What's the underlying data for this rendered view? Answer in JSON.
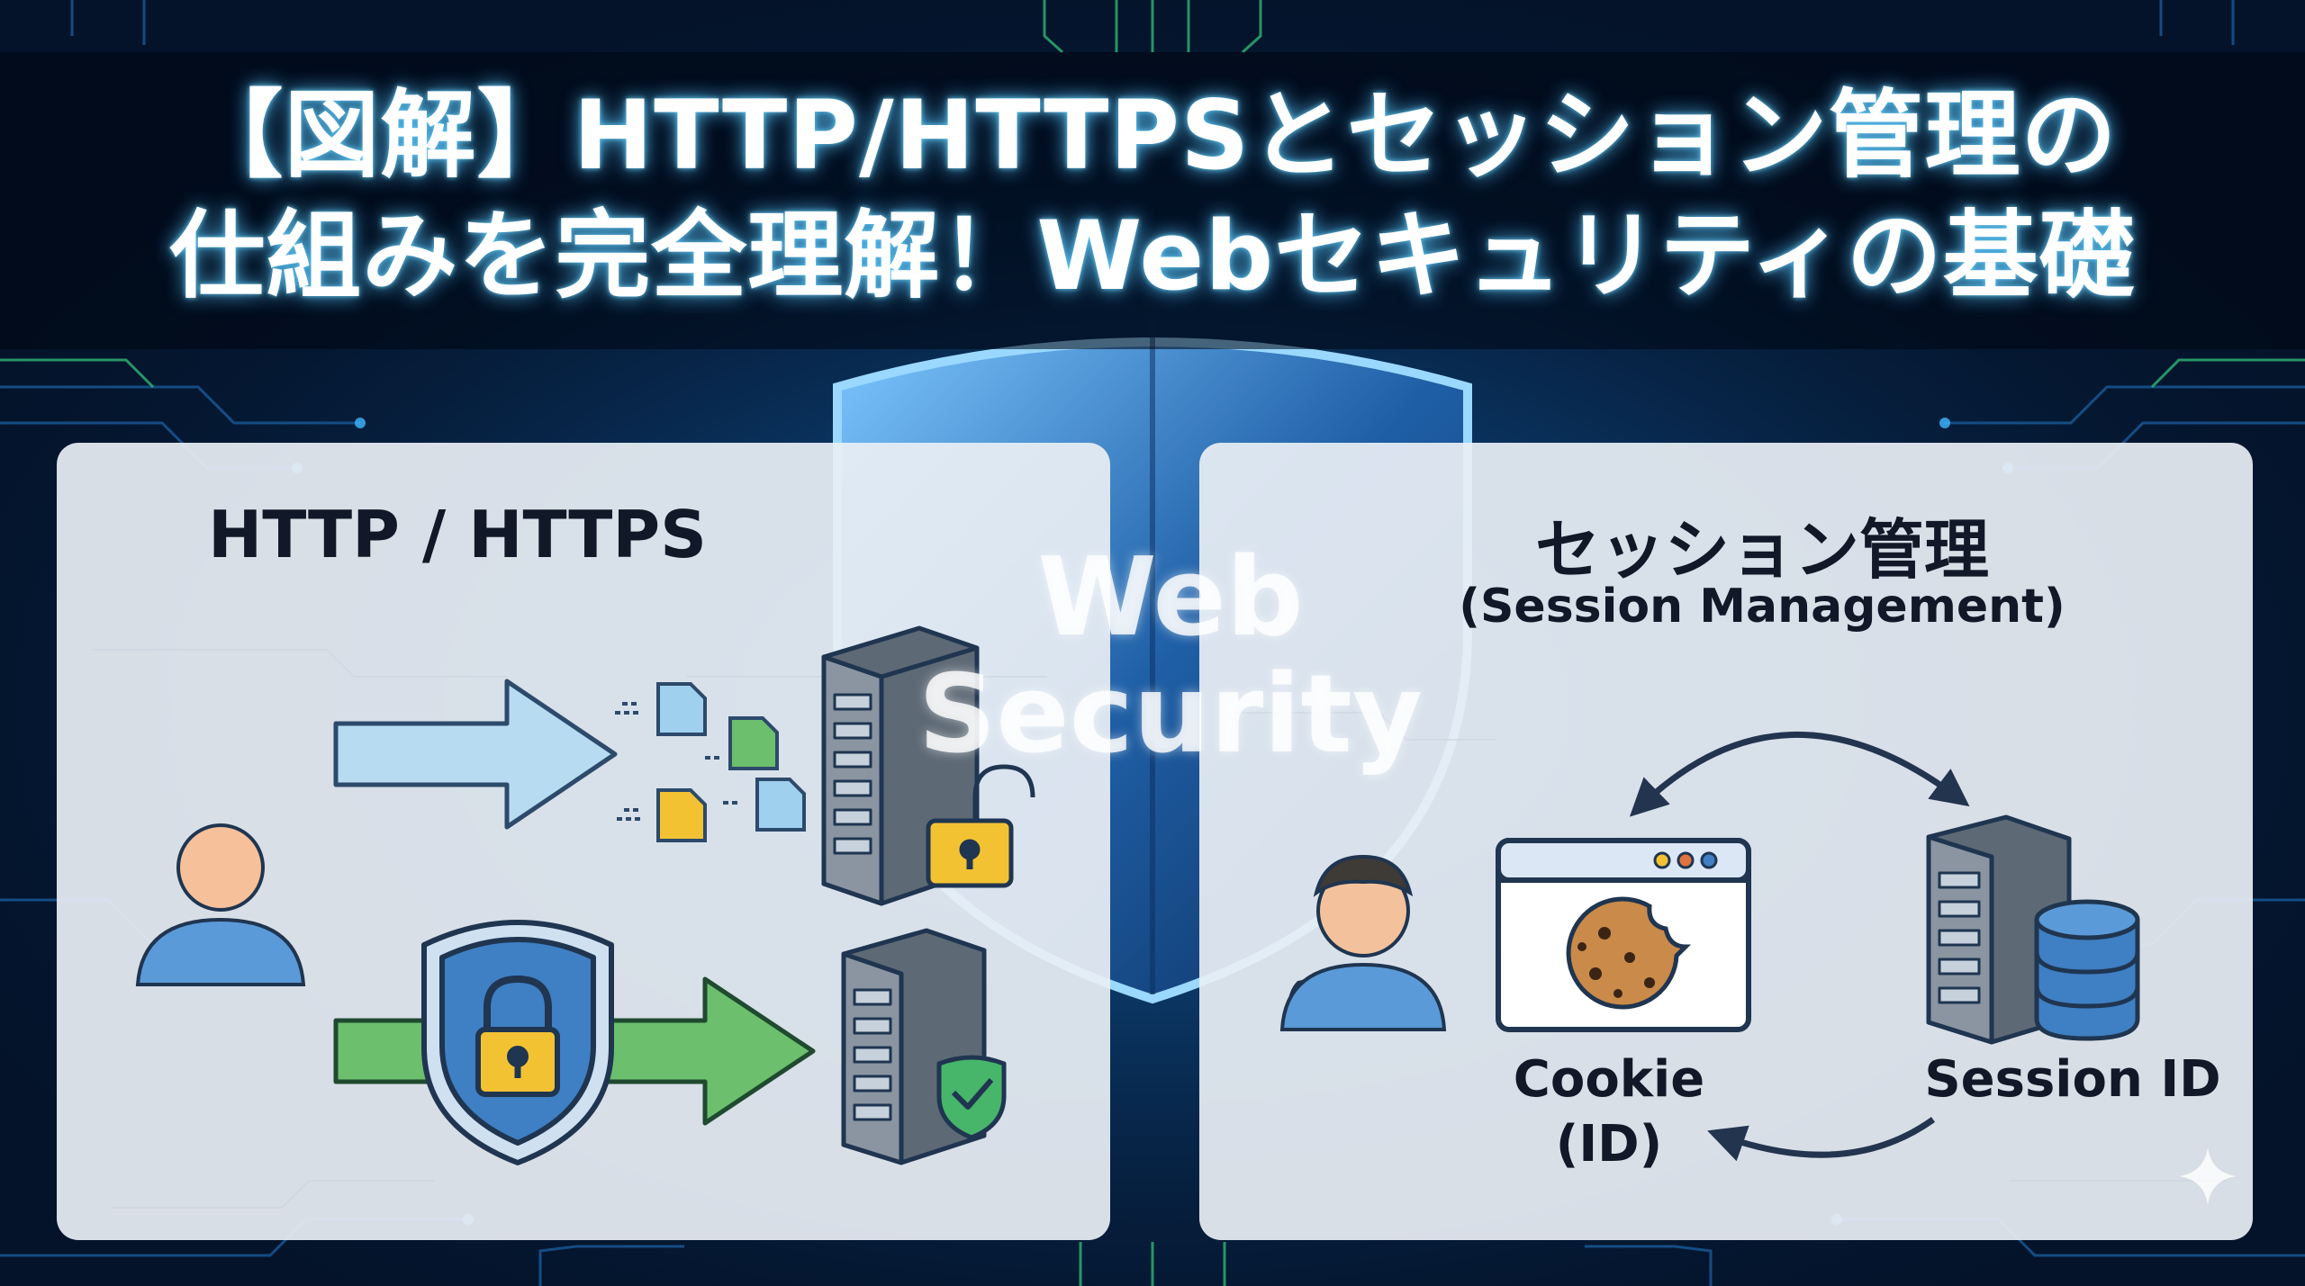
{
  "header": {
    "title_line1": "【図解】HTTP/HTTPSとセッション管理の",
    "title_line2": "仕組みを完全理解！Webセキュリティの基礎"
  },
  "background": {
    "shield_text_line1": "Web",
    "shield_text_line2": "Security",
    "colors": {
      "base": "#04132a",
      "circuit_blue": "#1b5fa0",
      "circuit_green": "#2fb574",
      "glow": "#3fb6ff"
    }
  },
  "left_panel": {
    "title": "HTTP / HTTPS",
    "icons": [
      "user-icon",
      "arrow-right-icon",
      "document-icon",
      "server-icon",
      "unlocked-padlock-icon",
      "shield-lock-icon",
      "server-check-icon"
    ]
  },
  "right_panel": {
    "title": "セッション管理",
    "subtitle": "(Session Management)",
    "cookie_label_line1": "Cookie",
    "cookie_label_line2": "(ID)",
    "session_id_label": "Session ID",
    "icons": [
      "user-icon",
      "browser-window-icon",
      "cookie-icon",
      "server-icon",
      "database-icon",
      "curved-arrow-icon"
    ]
  },
  "colors": {
    "http_arrow": "#b7dcf1",
    "https_arrow": "#6cbf6c",
    "server": "#7b8591",
    "padlock": "#f2c233",
    "shield": "#3f7fc3",
    "check": "#47b56a",
    "cookie": "#c98a4a"
  }
}
